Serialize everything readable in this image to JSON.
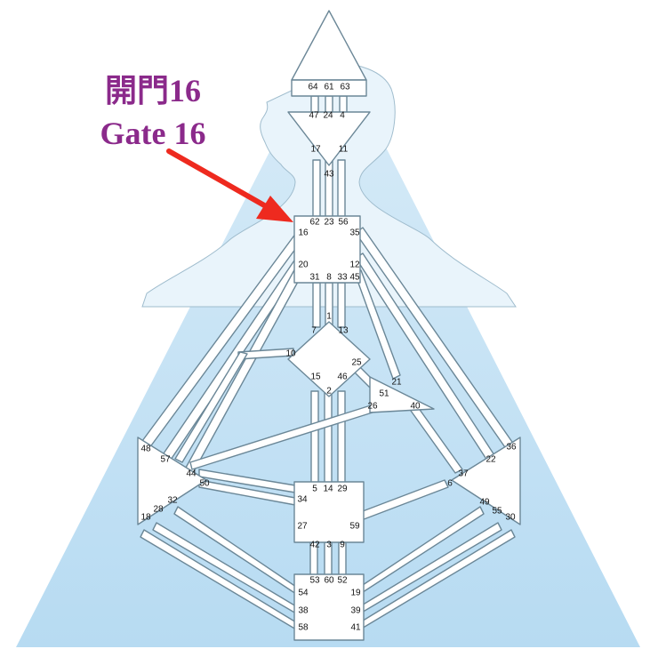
{
  "annotation": {
    "line1": "開門16",
    "line2": "Gate 16",
    "color": "#8b2a8b",
    "arrow_color": "#ee2a1f"
  },
  "colors": {
    "background_light": "#e8f3fb",
    "background_mid": "#bfdff4",
    "outline": "#6b8797",
    "shape_fill": "#ffffff"
  },
  "gates": {
    "64": "64",
    "61": "61",
    "63": "63",
    "47": "47",
    "24": "24",
    "4": "4",
    "17": "17",
    "11": "11",
    "43": "43",
    "62": "62",
    "23": "23",
    "56": "56",
    "16": "16",
    "35": "35",
    "20": "20",
    "12": "12",
    "31": "31",
    "8": "8",
    "33": "33",
    "45": "45",
    "1": "1",
    "7": "7",
    "13": "13",
    "10": "10",
    "25": "25",
    "15": "15",
    "46": "46",
    "2": "2",
    "21": "21",
    "51": "51",
    "26": "26",
    "40": "40",
    "48": "48",
    "57": "57",
    "44": "44",
    "50": "50",
    "36": "36",
    "22": "22",
    "37": "37",
    "6": "6",
    "5": "5",
    "14": "14",
    "29": "29",
    "34": "34",
    "27": "27",
    "59": "59",
    "32": "32",
    "28": "28",
    "18": "18",
    "49": "49",
    "55": "55",
    "30": "30",
    "42": "42",
    "3": "3",
    "9": "9",
    "53": "53",
    "60": "60",
    "52": "52",
    "54": "54",
    "19": "19",
    "38": "38",
    "39": "39",
    "58": "58",
    "41": "41"
  }
}
